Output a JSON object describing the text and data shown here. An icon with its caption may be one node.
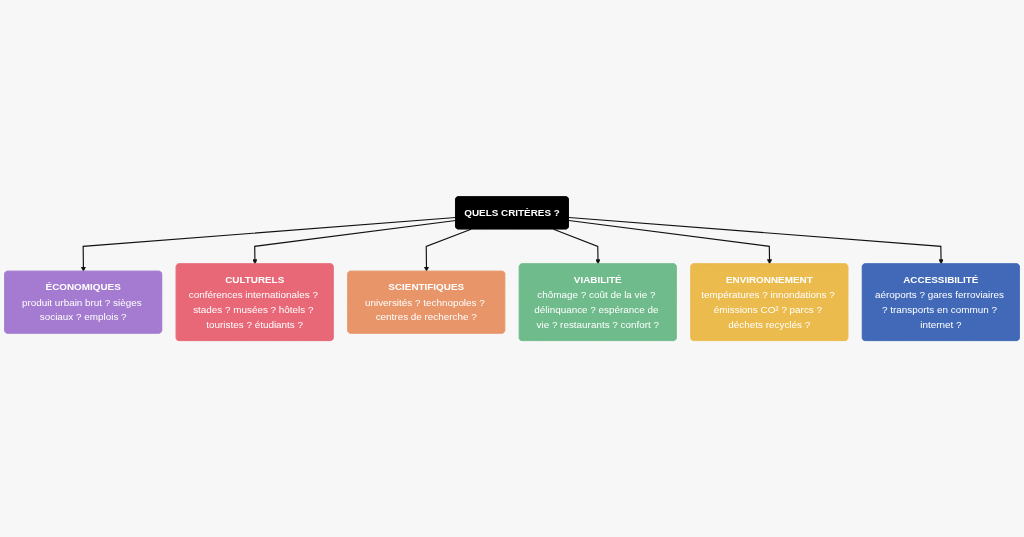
{
  "diagram": {
    "nodes": [
      {
        "text": [
          "ÉCONOMIQUES",
          "produit urbain brut ? sièges sociaux ? emplois ?"
        ]
      },
      {
        "text": [
          "CULTURELS",
          "conférences internationales ? stades ? musées ? hôtels ? touristes ? étudiants ?"
        ]
      },
      {
        "text": [
          "SCIENTIFIQUES",
          "universités ? technopoles ? centres de recherche ?"
        ]
      },
      {
        "text": [
          "QUELS CRITÈRES ?"
        ]
      },
      {
        "text": [
          "VIABILITÉ",
          "chômage ? coût de la vie ? délinquance ? espérance de vie ? restaurants ? confort ?"
        ]
      },
      {
        "text": [
          "ENVIRONNEMENT",
          "températures ? innondations ? émissions CO² ? parcs ? déchets recyclés ?"
        ]
      },
      {
        "text": [
          "ACCESSIBILITÉ",
          "aéroports ? gares ferroviaires ? transports en commun ? internet ?"
        ]
      }
    ],
    "edges": [
      {
        "from": 3,
        "to": 0,
        "arrow": "to"
      },
      {
        "from": 3,
        "to": 1,
        "arrow": "to"
      },
      {
        "from": 3,
        "to": 2,
        "arrow": "to"
      },
      {
        "from": 3,
        "to": 4,
        "arrow": "to"
      },
      {
        "from": 3,
        "to": 5,
        "arrow": "to"
      },
      {
        "from": 3,
        "to": 6,
        "arrow": "to"
      }
    ]
  }
}
